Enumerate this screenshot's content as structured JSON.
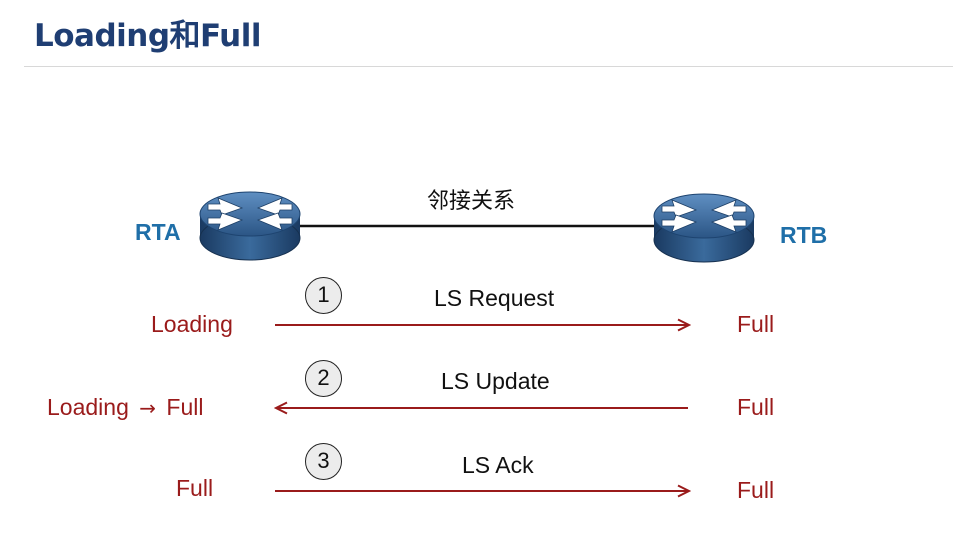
{
  "title": "Loading和Full",
  "link_label": "邻接关系",
  "routers": {
    "left": "RTA",
    "right": "RTB"
  },
  "colors": {
    "title": "#1f3e73",
    "router_label": "#1f6fa8",
    "state": "#9a1b1b",
    "arrow": "#9a1b1b"
  },
  "steps": [
    {
      "number": "1",
      "message": "LS Request",
      "direction": "RTA-to-RTB",
      "left_state": "Loading",
      "right_state": "Full"
    },
    {
      "number": "2",
      "message": "LS Update",
      "direction": "RTB-to-RTA",
      "left_state_from": "Loading",
      "left_state_to": "Full",
      "right_state": "Full"
    },
    {
      "number": "3",
      "message": "LS Ack",
      "direction": "RTA-to-RTB",
      "left_state": "Full",
      "right_state": "Full"
    }
  ]
}
